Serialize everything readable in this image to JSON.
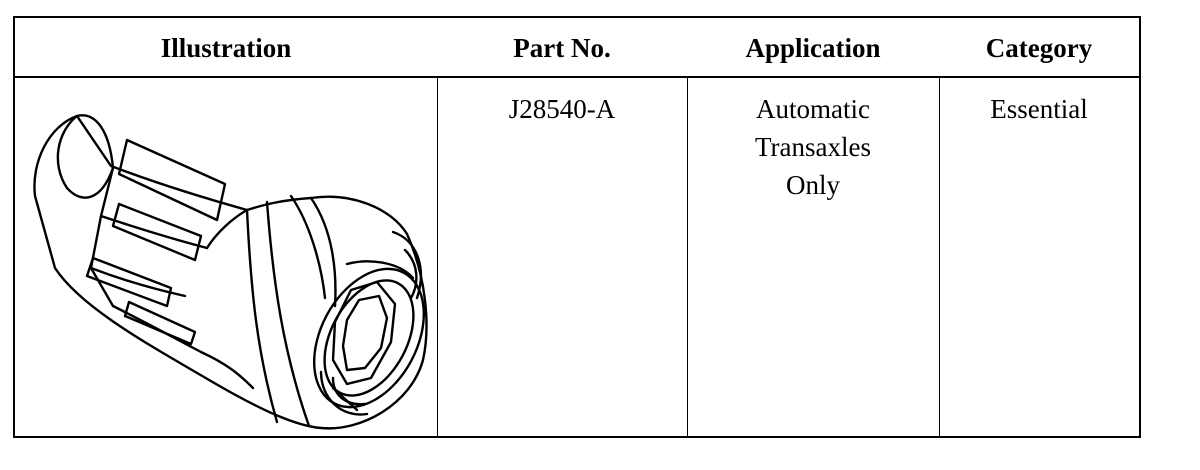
{
  "table": {
    "headers": {
      "illustration": "Illustration",
      "part_no": "Part No.",
      "application": "Application",
      "category": "Category"
    },
    "rows": [
      {
        "illustration_icon": "spline-socket-tool-icon",
        "part_no": "J28540-A",
        "application_lines": [
          "Automatic",
          "Transaxles",
          "Only"
        ],
        "category": "Essential"
      }
    ]
  }
}
